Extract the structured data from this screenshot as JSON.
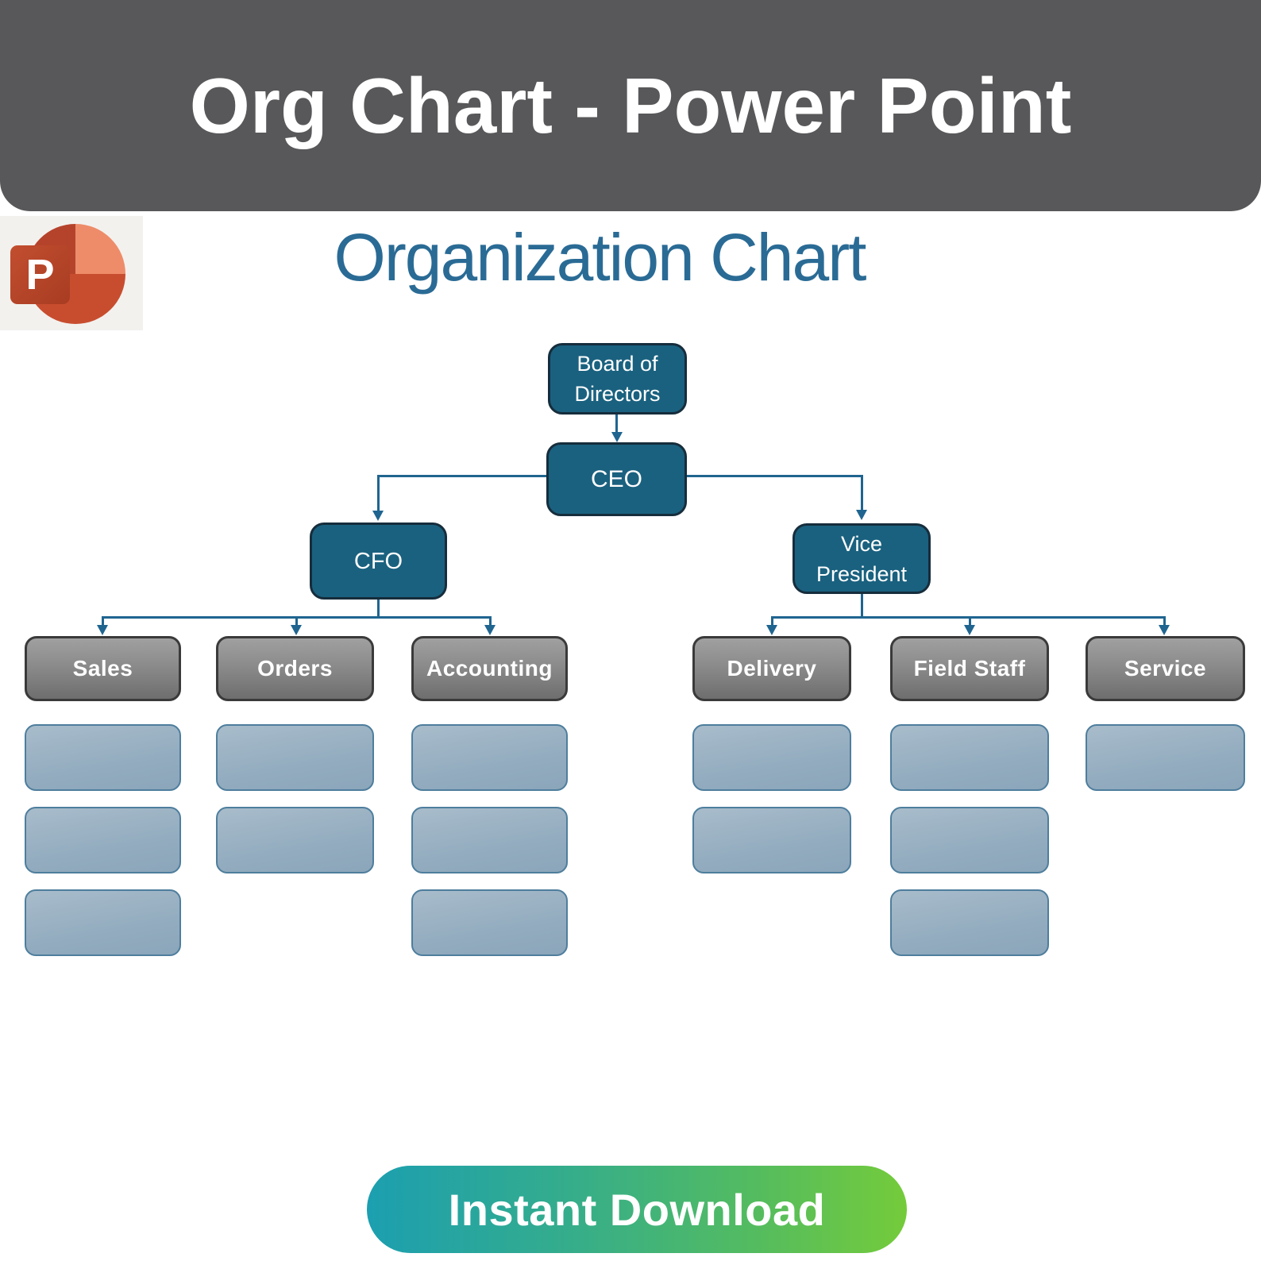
{
  "banner": {
    "title": "Org Chart - Power Point",
    "bg_color": "#58585A"
  },
  "powerpoint_logo": {
    "letter": "P",
    "brand_colors": [
      "#EE8C69",
      "#C84D2F",
      "#B5432B"
    ]
  },
  "slide": {
    "title": "Organization Chart",
    "title_color": "#2A6B95"
  },
  "org_chart": {
    "node_fill": "#1A617F",
    "dept_fill": "#8B8B8B",
    "placeholder_fill": "#93ACBF",
    "connector_color": "#1F6590",
    "root": {
      "label": "Board of\nDirectors"
    },
    "ceo": {
      "label": "CEO"
    },
    "branches": [
      {
        "manager": {
          "label": "CFO"
        },
        "departments": [
          {
            "label": "Sales",
            "placeholders": 3
          },
          {
            "label": "Orders",
            "placeholders": 2
          },
          {
            "label": "Accounting",
            "placeholders": 3
          }
        ]
      },
      {
        "manager": {
          "label": "Vice\nPresident"
        },
        "departments": [
          {
            "label": "Delivery",
            "placeholders": 2
          },
          {
            "label": "Field Staff",
            "placeholders": 3
          },
          {
            "label": "Service",
            "placeholders": 1
          }
        ]
      }
    ]
  },
  "cta": {
    "label": "Instant Download",
    "gradient": [
      "#1C9FB0",
      "#74CB3A"
    ]
  }
}
